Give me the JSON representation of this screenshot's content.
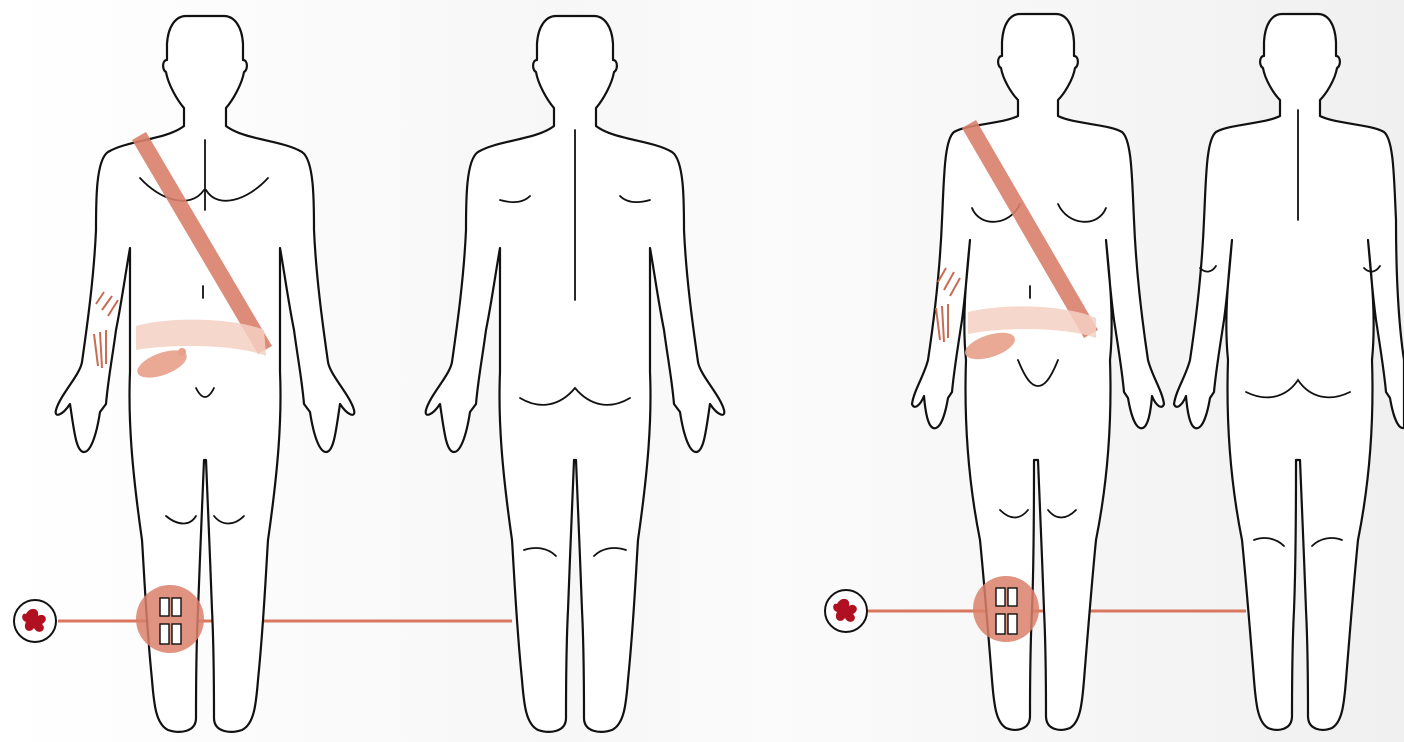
{
  "figures": [
    {
      "id": "male-front",
      "sex": "male",
      "view": "front"
    },
    {
      "id": "male-back",
      "sex": "male",
      "view": "back"
    },
    {
      "id": "female-front",
      "sex": "female",
      "view": "front"
    },
    {
      "id": "female-back",
      "sex": "female",
      "view": "back"
    }
  ],
  "markers": [
    {
      "id": "seatbelt-diagonal",
      "kind": "diagonal-shoulder-strap"
    },
    {
      "id": "seatbelt-lap",
      "kind": "lap-band"
    },
    {
      "id": "forearm-cuts",
      "kind": "lacerations"
    },
    {
      "id": "hip-bruise",
      "kind": "contusion"
    },
    {
      "id": "shin-fracture",
      "kind": "fracture-callout"
    }
  ],
  "icons": {
    "callout": "fracture-symbol-icon"
  },
  "colors": {
    "accent": "#c96c55",
    "accent_light": "#f1c8bb",
    "outline": "#111111",
    "icon_red": "#b01020"
  }
}
